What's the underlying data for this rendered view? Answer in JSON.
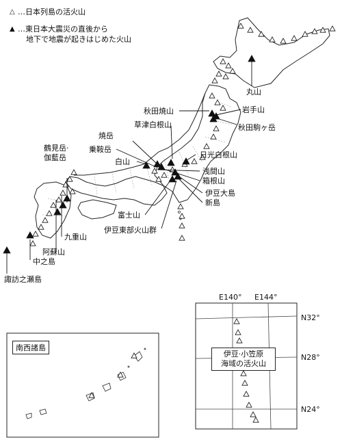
{
  "legend": {
    "active_volcano": {
      "symbol": "△",
      "text": "…日本列島の活火山"
    },
    "triggered_volcano": {
      "symbol": "▲",
      "text_line1": "…東日本大震災の直後から",
      "text_line2": "地下で地震が起きはじめた火山"
    }
  },
  "volcano_labels": {
    "maruyama": "丸山",
    "akita_yakeyama": "秋田焼山",
    "iwate": "岩手山",
    "akita_komagatake": "秋田駒ヶ岳",
    "yakedake": "焼岳",
    "kusatsu_shirane": "草津白根山",
    "norikura": "乗鞍岳",
    "tsurumi_garan_line1": "鶴見岳·",
    "tsurumi_garan_line2": "伽藍岳",
    "hakusan": "白山",
    "nikko_shirane": "日光白根山",
    "asama": "浅間山",
    "hakone": "箱根山",
    "izu_oshima": "伊豆大島",
    "niijima": "新島",
    "fuji": "富士山",
    "izu_tobu": "伊豆東部火山群",
    "kuju": "九重山",
    "aso": "阿蘇山",
    "nakanoshima": "中之島",
    "suwanosejima": "諏訪之瀬島"
  },
  "insets": {
    "nansei": {
      "title": "南西諸島"
    },
    "izu_ogasawara": {
      "title_line1": "伊豆·小笠原",
      "title_line2": "海域の活火山",
      "lon_labels": [
        "E140°",
        "E144°"
      ],
      "lat_labels": [
        "N32°",
        "N28°",
        "N24°"
      ]
    }
  },
  "colors": {
    "ink": "#111111",
    "coast": "#222222",
    "prefecture_border": "#9a9a9a",
    "grid": "#444444"
  },
  "icons": {
    "active": "open-triangle-icon",
    "triggered": "filled-triangle-icon"
  }
}
